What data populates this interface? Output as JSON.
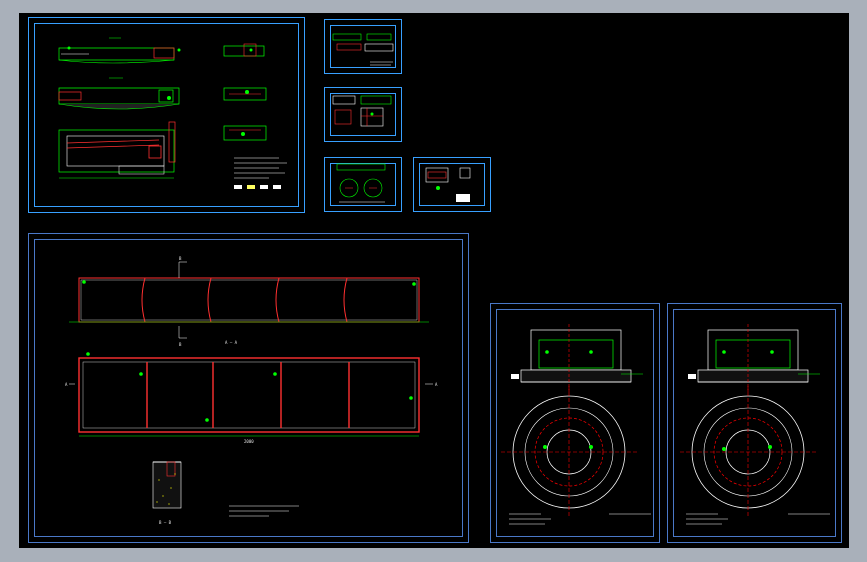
{
  "colors": {
    "background": "#a9b0ba",
    "canvas": "#000000",
    "sheet_frame": "#4a78c8",
    "sheet_frame_highlight": "#38a0ff",
    "wall": "#ff3030",
    "dimension": "#00ff00",
    "grid_line": "#ff0000",
    "text": "#ffffff"
  },
  "sections": {
    "plan_section_a": "A — A",
    "section_b": "B — B",
    "overall_dimension": "2000",
    "marker_b": "B",
    "marker_a": "A"
  }
}
